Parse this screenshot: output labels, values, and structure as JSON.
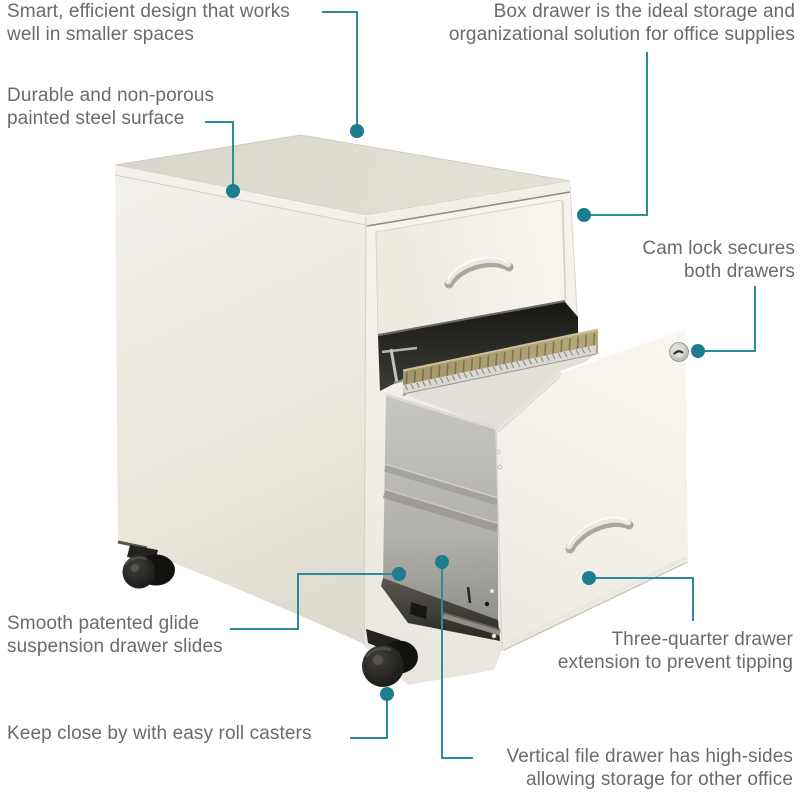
{
  "callouts": {
    "design": {
      "line1": "Smart, efficient design that works",
      "line2": "well in smaller spaces"
    },
    "surface": {
      "line1": "Durable and non-porous",
      "line2": "painted steel surface"
    },
    "box_drawer": {
      "line1": "Box drawer is the ideal storage and",
      "line2": "organizational solution for office supplies"
    },
    "cam_lock": {
      "line1": "Cam lock secures",
      "line2": "both drawers"
    },
    "glide": {
      "line1": "Smooth patented glide",
      "line2": "suspension drawer slides"
    },
    "casters": {
      "line1": "Keep close by with easy roll casters"
    },
    "extension": {
      "line1": "Three-quarter drawer",
      "line2": "extension to prevent tipping"
    },
    "file_drawer": {
      "line1": "Vertical file drawer has high-sides",
      "line2": "allowing storage for other office"
    }
  },
  "colors": {
    "background": "#FFFFFF",
    "callout_line": "#2E8B9A",
    "callout_dot": "#1B7D8E",
    "label_text": "#6A6B6D",
    "cabinet_top": "#DEDBD1",
    "cabinet_side": "#EDEBE3",
    "cabinet_front": "#F3F1EA",
    "hanging_files_tan": "#A89A6C",
    "drawer_interior_silver": "#B7B6B2",
    "caster_black": "#1D1D1B"
  }
}
